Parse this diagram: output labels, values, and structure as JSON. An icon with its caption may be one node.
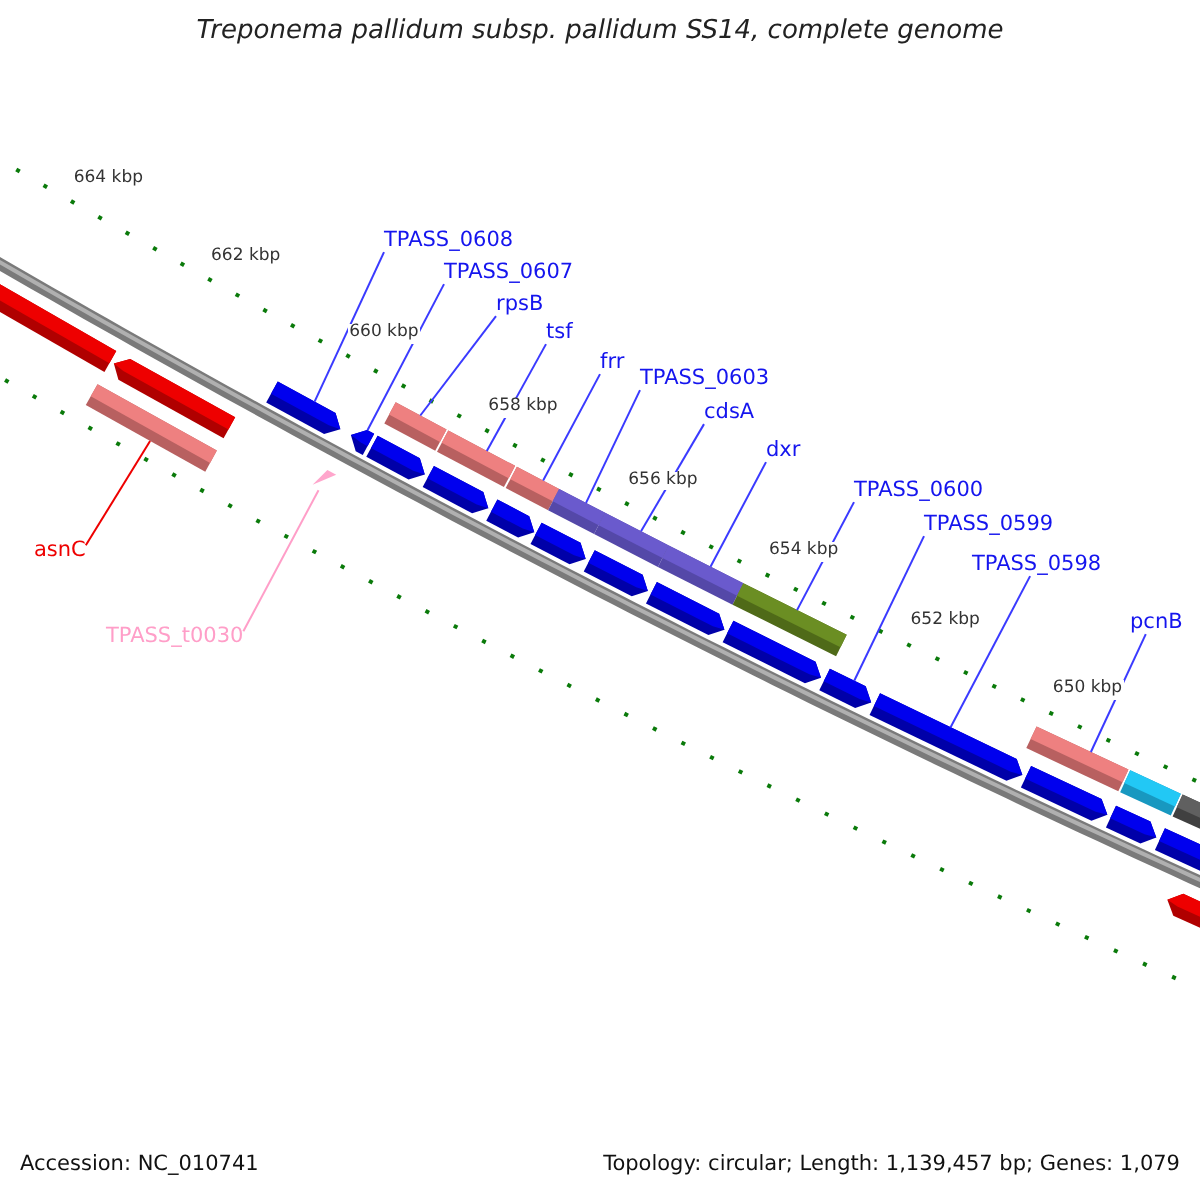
{
  "diagram": {
    "title": "Treponema pallidum subsp. pallidum SS14, complete genome",
    "nodes": [
      {
        "text": [
          "TPASS_0608"
        ]
      },
      {
        "text": [
          "TPASS_0607"
        ]
      },
      {
        "text": [
          "rpsB"
        ]
      },
      {
        "text": [
          "tsf"
        ]
      },
      {
        "text": [
          "frr"
        ]
      },
      {
        "text": [
          "TPASS_0603"
        ]
      },
      {
        "text": [
          "cdsA"
        ]
      },
      {
        "text": [
          "dxr"
        ]
      },
      {
        "text": [
          "TPASS_0600"
        ]
      },
      {
        "text": [
          "TPASS_0599"
        ]
      },
      {
        "text": [
          "asnC"
        ]
      },
      {
        "text": [
          "TPASS_0598"
        ]
      },
      {
        "text": [
          "pcnB"
        ]
      },
      {
        "text": [
          "TPASS_t0030"
        ]
      },
      {
        "text": [],
        "shape": "arrow"
      },
      {
        "text": [],
        "shape": "arrow"
      },
      {
        "text": [],
        "shape": "arrow"
      },
      {
        "text": [],
        "shape": "arrow"
      },
      {
        "text": [],
        "shape": "arrow"
      },
      {
        "text": [],
        "shape": "arrow"
      },
      {
        "text": [],
        "shape": "arrow"
      },
      {
        "text": [],
        "shape": "arrow"
      },
      {
        "text": [],
        "shape": "arrow"
      },
      {
        "text": [],
        "shape": "arrow"
      },
      {
        "text": [],
        "shape": "arrow"
      },
      {
        "text": [],
        "shape": "arrow"
      },
      {
        "text": [],
        "shape": "arrow"
      },
      {
        "text": [],
        "shape": "arrow"
      },
      {
        "text": [],
        "shape": "bar"
      },
      {
        "text": [],
        "shape": "bar"
      },
      {
        "text": [],
        "shape": "bar"
      },
      {
        "text": [],
        "shape": "bar"
      },
      {
        "text": [],
        "shape": "bar"
      },
      {
        "text": [],
        "shape": "bar"
      },
      {
        "text": [],
        "shape": "bar"
      },
      {
        "text": [],
        "shape": "bar"
      },
      {
        "text": [],
        "shape": "bar"
      },
      {
        "text": [],
        "shape": "bar"
      },
      {
        "text": [],
        "shape": "arrow"
      },
      {
        "text": [],
        "shape": "arrow"
      },
      {
        "text": [],
        "shape": "arrow"
      },
      {
        "text": [],
        "shape": "bar"
      },
      {
        "text": [],
        "shape": "triangle"
      }
    ],
    "edges": [
      {
        "from": 0,
        "to": 14,
        "arrow": "none"
      },
      {
        "from": 1,
        "to": 15,
        "arrow": "none"
      },
      {
        "from": 2,
        "to": 28,
        "arrow": "none"
      },
      {
        "from": 3,
        "to": 29,
        "arrow": "none"
      },
      {
        "from": 4,
        "to": 30,
        "arrow": "none"
      },
      {
        "from": 5,
        "to": 31,
        "arrow": "none"
      },
      {
        "from": 6,
        "to": 32,
        "arrow": "none"
      },
      {
        "from": 7,
        "to": 33,
        "arrow": "none"
      },
      {
        "from": 8,
        "to": 34,
        "arrow": "none"
      },
      {
        "from": 9,
        "to": 23,
        "arrow": "none"
      },
      {
        "from": 10,
        "to": 41,
        "arrow": "none",
        "color": "#ee0000"
      },
      {
        "from": 11,
        "to": 24,
        "arrow": "none"
      },
      {
        "from": 12,
        "to": 35,
        "arrow": "none"
      },
      {
        "from": 13,
        "to": 42,
        "arrow": "none",
        "color": "#ff9ec8"
      }
    ],
    "labels": [
      "664 kbp",
      "662 kbp",
      "660 kbp",
      "658 kbp",
      "656 kbp",
      "654 kbp",
      "652 kbp",
      "650 kbp",
      "Accession: NC_010741",
      "Topology: circular; Length: 1,139,457 bp; Genes: 1,079"
    ]
  }
}
